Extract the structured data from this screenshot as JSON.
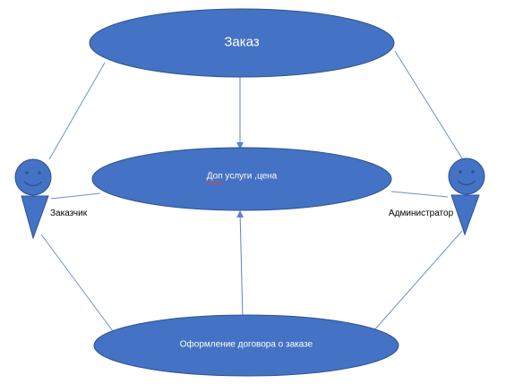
{
  "diagram": {
    "use_cases": {
      "order": "Заказ",
      "extras_part1": "Доп",
      "extras_part2": " услуги ,цена",
      "contract": "Оформление договора о заказе"
    },
    "actors": {
      "customer": "Заказчик",
      "administrator": "Администратор"
    }
  },
  "colors": {
    "ellipse_fill": "#4472c4",
    "ellipse_stroke": "#2f528f",
    "line": "#6b8fd6",
    "arrow": "#5b83c9",
    "text_on_shape": "#ffffff",
    "spellcheck_mark": "#e0483b"
  }
}
